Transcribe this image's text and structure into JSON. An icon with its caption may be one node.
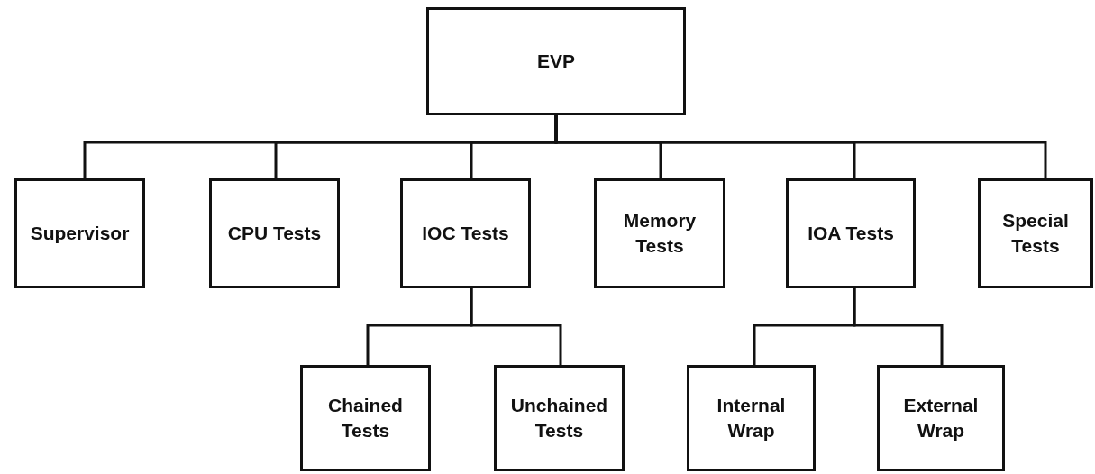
{
  "diagram": {
    "nodes": [
      {
        "text": [
          "EVP"
        ]
      },
      {
        "text": [
          "Supervisor"
        ]
      },
      {
        "text": [
          "CPU Tests"
        ]
      },
      {
        "text": [
          "IOC Tests"
        ]
      },
      {
        "text": [
          "Memory Tests"
        ]
      },
      {
        "text": [
          "IOA Tests"
        ]
      },
      {
        "text": [
          "Special Tests"
        ]
      },
      {
        "text": [
          "Chained Tests"
        ]
      },
      {
        "text": [
          "Unchained Tests"
        ]
      },
      {
        "text": [
          "Internal Wrap"
        ]
      },
      {
        "text": [
          "External Wrap"
        ]
      }
    ],
    "edges": [
      {
        "from": 0,
        "to": 1,
        "arrow": "none"
      },
      {
        "from": 0,
        "to": 2,
        "arrow": "none"
      },
      {
        "from": 0,
        "to": 3,
        "arrow": "none"
      },
      {
        "from": 0,
        "to": 4,
        "arrow": "none"
      },
      {
        "from": 0,
        "to": 5,
        "arrow": "none"
      },
      {
        "from": 0,
        "to": 6,
        "arrow": "none"
      },
      {
        "from": 3,
        "to": 7,
        "arrow": "none"
      },
      {
        "from": 3,
        "to": 8,
        "arrow": "none"
      },
      {
        "from": 5,
        "to": 9,
        "arrow": "none"
      },
      {
        "from": 5,
        "to": 10,
        "arrow": "none"
      }
    ]
  }
}
